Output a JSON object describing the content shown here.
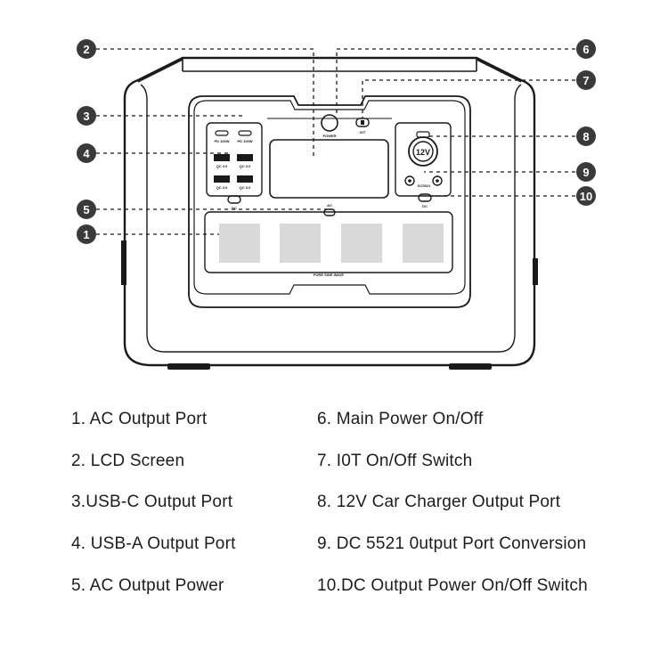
{
  "callouts": [
    "1",
    "2",
    "3",
    "4",
    "5",
    "6",
    "7",
    "8",
    "9",
    "10"
  ],
  "device_labels": {
    "power": "POWER",
    "iot": "IOT",
    "dc": "DC",
    "ac": "AC",
    "usb_c_1": "PD 100W",
    "usb_c_2": "PD 100W",
    "usb_a_1": "QC 3.0",
    "usb_a_2": "QC 3.0",
    "usb_a_3": "QC 3.0",
    "usb_a_4": "QC 3.0",
    "car_port": "12V",
    "dc5521": "DC5521",
    "dc_right": "DC",
    "pure_sine": "PURE SINE WAVE"
  },
  "legend": {
    "left": [
      "1. AC Output Port",
      "2. LCD Screen",
      "3.USB-C Output Port",
      "4. USB-A Output Port",
      "5. AC Output Power"
    ],
    "right": [
      "6. Main Power On/Off",
      "7. I0T On/Off Switch",
      "8. 12V Car Charger Output Port",
      "9. DC 5521 0utput Port Conversion",
      "10.DC Output Power On/Off Switch"
    ]
  }
}
